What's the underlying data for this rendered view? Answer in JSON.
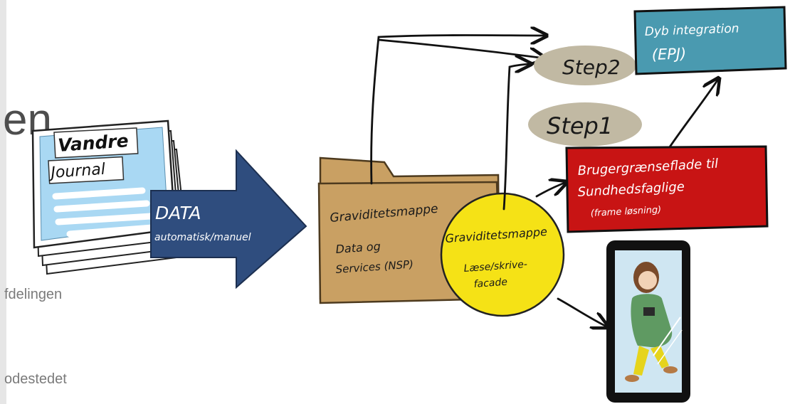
{
  "slide": {
    "title_fragment": "en",
    "bullets": [
      "fdelingen",
      "odestedet"
    ]
  },
  "journal": {
    "line1": "Vandre",
    "line2": "Journal"
  },
  "data_arrow": {
    "label": "DATA",
    "sublabel": "automatisk/manuel"
  },
  "folder": {
    "title": "Graviditetsmappe",
    "line1": "Data og",
    "line2": "Services (NSP)"
  },
  "facade": {
    "title": "Graviditetsmappe",
    "line1": "Læse/skrive-",
    "line2": "facade"
  },
  "step2": {
    "label": "Step2"
  },
  "step1": {
    "label": "Step1"
  },
  "epj_box": {
    "line1": "Dyb integration",
    "line2": "(EPJ)"
  },
  "ui_box": {
    "line1": "Brugergrænseflade til",
    "line2": "Sundhedsfaglige",
    "line3": "(frame løsning)"
  },
  "colors": {
    "journal_blue": "#a9d8f3",
    "data_arrow": "#2f4d7e",
    "folder": "#c9a063",
    "facade": "#f5e216",
    "step_oval": "#c1b9a3",
    "epj_box": "#4a9ab0",
    "ui_box": "#c81414"
  }
}
